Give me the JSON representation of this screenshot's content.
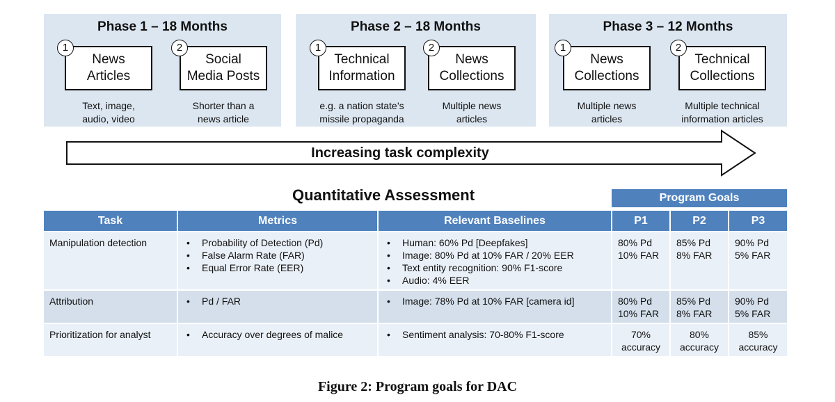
{
  "phases": [
    {
      "title": "Phase 1 – 18 Months",
      "items": [
        {
          "num": "1",
          "label": "News\nArticles",
          "desc": "Text, image,\naudio, video"
        },
        {
          "num": "2",
          "label": "Social\nMedia Posts",
          "desc": "Shorter than a\nnews article"
        }
      ]
    },
    {
      "title": "Phase 2 – 18 Months",
      "items": [
        {
          "num": "1",
          "label": "Technical\nInformation",
          "desc": "e.g. a nation state’s\nmissile propaganda"
        },
        {
          "num": "2",
          "label": "News\nCollections",
          "desc": "Multiple news\narticles"
        }
      ]
    },
    {
      "title": "Phase 3 – 12 Months",
      "items": [
        {
          "num": "1",
          "label": "News\nCollections",
          "desc": "Multiple news\narticles"
        },
        {
          "num": "2",
          "label": "Technical\nCollections",
          "desc": "Multiple technical\ninformation articles"
        }
      ]
    }
  ],
  "arrow": {
    "label": "Increasing task complexity"
  },
  "assessment": {
    "title": "Quantitative Assessment",
    "goals_header": "Program Goals",
    "headers": {
      "task": "Task",
      "metrics": "Metrics",
      "baselines": "Relevant Baselines",
      "p1": "P1",
      "p2": "P2",
      "p3": "P3"
    },
    "rows": [
      {
        "task": "Manipulation detection",
        "metrics": [
          "Probability of Detection (Pd)",
          "False Alarm Rate (FAR)",
          "Equal Error Rate (EER)"
        ],
        "baselines": [
          "Human: 60% Pd [Deepfakes]",
          "Image: 80% Pd at 10% FAR / 20% EER",
          "Text entity recognition: 90% F1-score",
          "Audio: 4% EER"
        ],
        "p1": [
          "80% Pd",
          "10% FAR"
        ],
        "p2": [
          "85% Pd",
          "8% FAR"
        ],
        "p3": [
          "90% Pd",
          "5% FAR"
        ]
      },
      {
        "task": "Attribution",
        "metrics": [
          "Pd / FAR"
        ],
        "baselines": [
          "Image: 78% Pd at 10% FAR [camera id]"
        ],
        "p1": [
          "80% Pd",
          "10% FAR"
        ],
        "p2": [
          "85% Pd",
          "8% FAR"
        ],
        "p3": [
          "90% Pd",
          "5% FAR"
        ]
      },
      {
        "task": "Prioritization for analyst",
        "metrics": [
          "Accuracy over degrees of malice"
        ],
        "baselines": [
          "Sentiment analysis: 70-80% F1-score"
        ],
        "p1": [
          "70%",
          "accuracy"
        ],
        "p2": [
          "80%",
          "accuracy"
        ],
        "p3": [
          "85%",
          "accuracy"
        ]
      }
    ]
  },
  "caption": "Figure 2: Program goals for DAC",
  "colors": {
    "phase_bg": "#dce6f0",
    "header_bg": "#4f81bd",
    "row_light": "#eaf0f7",
    "row_dark": "#d4dfeb"
  }
}
